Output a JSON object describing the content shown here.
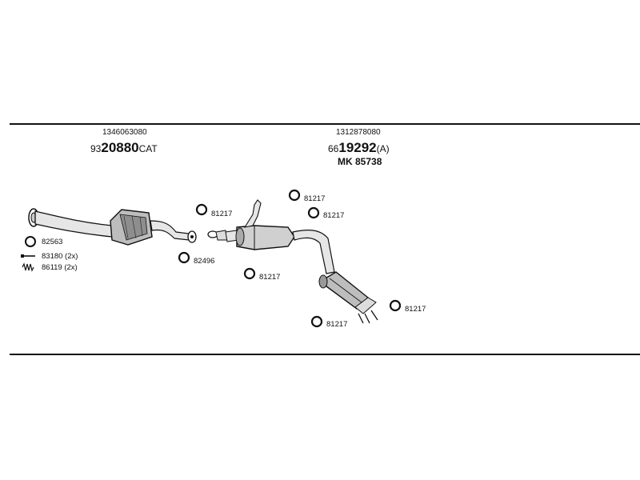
{
  "header_left": {
    "code": "1346063080",
    "part_prefix": "93",
    "part_main": "20880",
    "part_suffix": "CAT"
  },
  "header_right": {
    "code": "1312878080",
    "part_prefix": "66",
    "part_main": "19292",
    "part_suffix": "(A)",
    "kit": "MK  85738"
  },
  "ring_labels": {
    "r1": "81217",
    "r2": "81217",
    "r3": "81217",
    "r4": "82496",
    "r5": "81217",
    "r6": "81217",
    "r7": "81217"
  },
  "legend": {
    "ring": "82563",
    "bolt": "83180 (2x)",
    "spring": "86119 (2x)"
  }
}
